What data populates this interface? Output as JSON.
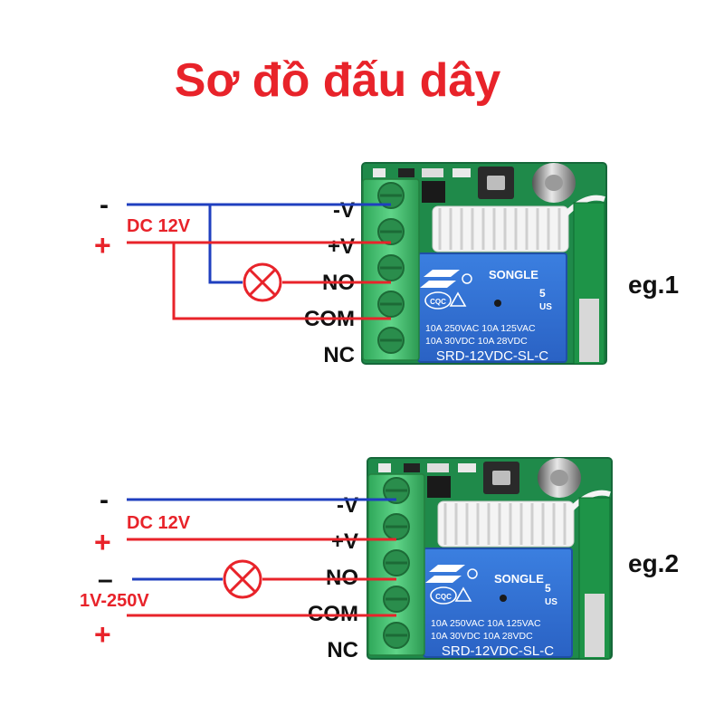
{
  "title": "Sơ đồ đấu dây",
  "terminals": [
    "-V",
    "+V",
    "NO",
    "COM",
    "NC"
  ],
  "relay": {
    "brand": "SONGLE",
    "cert": "CQC",
    "rating_number": "5",
    "rating_unit": "US",
    "spec_line_1": "10A 250VAC  10A 125VAC",
    "spec_line_2": "10A 30VDC  10A 28VDC",
    "model": "SRD-12VDC-SL-C"
  },
  "diagrams": [
    {
      "label": "eg.1",
      "minus": "-",
      "plus": "+",
      "supply": "DC 12V"
    },
    {
      "label": "eg.2",
      "minus": "-",
      "plus": "+",
      "supply": "DC 12V",
      "load_minus": "–",
      "load_plus": "+",
      "load_supply": "1V-250V"
    }
  ],
  "colors": {
    "title": "#e8232a",
    "wire_red": "#e8232a",
    "wire_blue": "#1f3fbf",
    "relay_blue": "#2f6fd6",
    "pcb_green": "#1f8a4a",
    "terminal_green": "#3fbf6a"
  }
}
